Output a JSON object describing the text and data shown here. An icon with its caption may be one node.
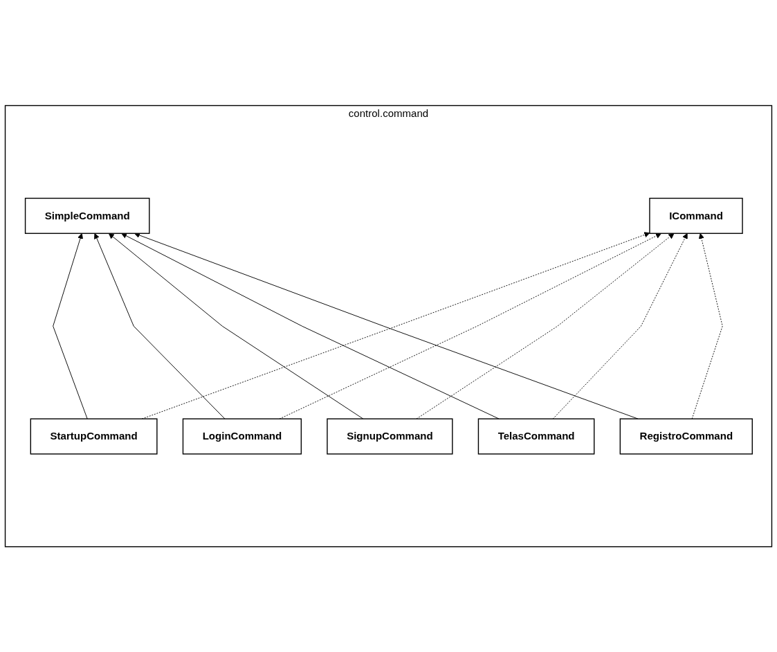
{
  "diagram": {
    "nodes": [
      {
        "text": [
          "control.command"
        ]
      },
      {
        "text": [
          "SimpleCommand"
        ],
        "in": 0
      },
      {
        "text": [
          "ICommand"
        ],
        "in": 0
      },
      {
        "text": [
          "StartupCommand"
        ],
        "in": 0
      },
      {
        "text": [
          "LoginCommand"
        ],
        "in": 0
      },
      {
        "text": [
          "SignupCommand"
        ],
        "in": 0
      },
      {
        "text": [
          "TelasCommand"
        ],
        "in": 0
      },
      {
        "text": [
          "RegistroCommand"
        ],
        "in": 0
      }
    ],
    "edges": [
      {
        "from": 3,
        "to": 1,
        "arrow": "to"
      },
      {
        "from": 4,
        "to": 1,
        "arrow": "to"
      },
      {
        "from": 5,
        "to": 1,
        "arrow": "to"
      },
      {
        "from": 6,
        "to": 1,
        "arrow": "to"
      },
      {
        "from": 7,
        "to": 1,
        "arrow": "to"
      },
      {
        "from": 3,
        "to": 2,
        "arrow": "to",
        "style": "dashed"
      },
      {
        "from": 4,
        "to": 2,
        "arrow": "to",
        "style": "dashed"
      },
      {
        "from": 5,
        "to": 2,
        "arrow": "to",
        "style": "dashed"
      },
      {
        "from": 6,
        "to": 2,
        "arrow": "to",
        "style": "dashed"
      },
      {
        "from": 7,
        "to": 2,
        "arrow": "to",
        "style": "dashed"
      }
    ]
  }
}
